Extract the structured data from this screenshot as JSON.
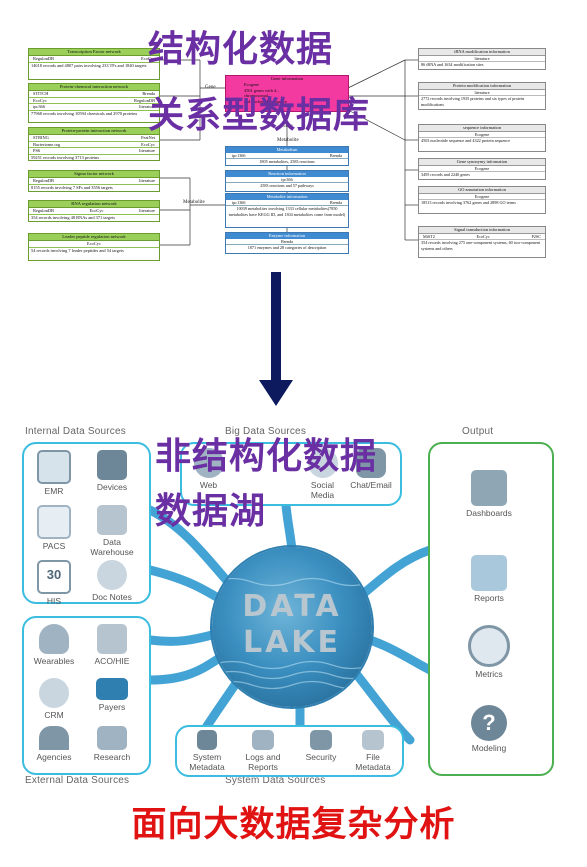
{
  "overlays": {
    "structured": "结构化数据",
    "relational_db": "关系型数据库",
    "unstructured": "非结构化数据",
    "data_lake_cn": "数据湖",
    "bottom": "面向大数据复杂分析"
  },
  "db_diagram": {
    "left": [
      {
        "title": "Transcription Factor network",
        "cols": [
          "RegulonDB",
          "EcoCyc"
        ],
        "text": "14618 records and 4807 pairs involving 233 TFs and 1840 targets"
      },
      {
        "title": "Protein-chemical interaction network",
        "cols": [
          "STITCH",
          "Brenda"
        ],
        "cols2": [
          "EcoCyc",
          "RegulonDB"
        ],
        "cols3": [
          "ipc366",
          "literature"
        ],
        "text": "77968 records involving 10594 chemicals and 2970 proteins"
      },
      {
        "title": "Protein-protein interaction network",
        "cols": [
          "STRING",
          "FeatNet"
        ],
        "cols2": [
          "Bacteriome.org",
          "EcoCyc"
        ],
        "cols3": [
          "PS6",
          "literature"
        ],
        "text": "59251 records involving 3713 proteins"
      },
      {
        "title": "Sigma factor network",
        "cols": [
          "RegulonDB",
          "literature"
        ],
        "text": "8155 records involving 7 SFs and 3556 targets"
      },
      {
        "title": "RNA regulation network",
        "cols": [
          "RegulonDB",
          "EcoCyc",
          "literature"
        ],
        "text": "354 records involving 48 RNAs and 371 targets"
      },
      {
        "title": "Leader peptide regulation network",
        "cols": [
          "EcoCyc"
        ],
        "text": "54 records involving 7 leader peptides and 54 targets"
      }
    ],
    "center_top": {
      "title": "Gene information",
      "lines": [
        "Ecogene",
        "4501 genes with 4...",
        "chromosomal...",
        "and nucleotide sequence"
      ]
    },
    "center_labels": [
      "Gene",
      "Gene",
      "Metabolite",
      "Metabolite"
    ],
    "center": [
      {
        "title": "Metabolism",
        "cols": [
          "ipc1366",
          "Brenda"
        ],
        "text": "1805 metabolites, 2583 reactions"
      },
      {
        "title": "Reaction information",
        "cols": [
          "ipc366"
        ],
        "text": "2583 reactions and 57 pathways"
      },
      {
        "title": "Metabolite information",
        "cols": [
          "ipc1366",
          "Brenda"
        ],
        "text": "10039 metabolites involving 1333 cellular metabolites(7850 metabolites have KEGG ID, and 1304 metabolites come from model)"
      },
      {
        "title": "Enzyme information",
        "cols": [
          "Brenda"
        ],
        "text": "1871 enzymes and 28 categories of description"
      }
    ],
    "right": [
      {
        "title": "tRNA modification information",
        "cols": [
          "literature"
        ],
        "text": "86 tRNA and 1634 modification sites"
      },
      {
        "title": "Protein modification information",
        "cols": [
          "literature"
        ],
        "text": "2772 records involving 1935 proteins and six types of protein modifications"
      },
      {
        "title": "sequence information",
        "cols": [
          "Ecogene"
        ],
        "text": "4503 nucleotide sequence and 4322 protein sequence"
      },
      {
        "title": "Gene synonymy information",
        "cols": [
          "Ecogene"
        ],
        "text": "3495 records and 2240 genes"
      },
      {
        "title": "GO annotation information",
        "cols": [
          "Ecogene"
        ],
        "text": "18513 records involving 3762 genes and 2898 GO terms"
      },
      {
        "title": "Signal transduction information",
        "cols": [
          "MiST2",
          "EcoCyc",
          "P2SC"
        ],
        "text": "354 records involving 275 one-component systems, 60 two-component systems and others"
      }
    ]
  },
  "lake": {
    "sections": {
      "internal": "Internal Data Sources",
      "big": "Big Data Sources",
      "output": "Output",
      "external": "External Data Sources",
      "system": "System Data Sources"
    },
    "internal": [
      "EMR",
      "Devices",
      "PACS",
      "Data Warehouse",
      "HIS",
      "Doc Notes"
    ],
    "big": [
      "Web",
      "Social Media",
      "Chat/Email"
    ],
    "output": [
      "Dashboards",
      "Reports",
      "Metrics",
      "Modeling"
    ],
    "external": [
      "Wearables",
      "ACO/HIE",
      "CRM",
      "Payers",
      "Agencies",
      "Research"
    ],
    "system": [
      "System Metadata",
      "Logs and Reports",
      "Security",
      "File Metadata"
    ],
    "lake_text": [
      "DATA",
      "LAKE"
    ],
    "calendar_day": "30"
  },
  "colors": {
    "internal": "#3bbde0",
    "output": "#4caf50",
    "bottom_text": "#e01212",
    "overlay_text": "#6a2fa3",
    "lake": "#2f7fb0"
  }
}
